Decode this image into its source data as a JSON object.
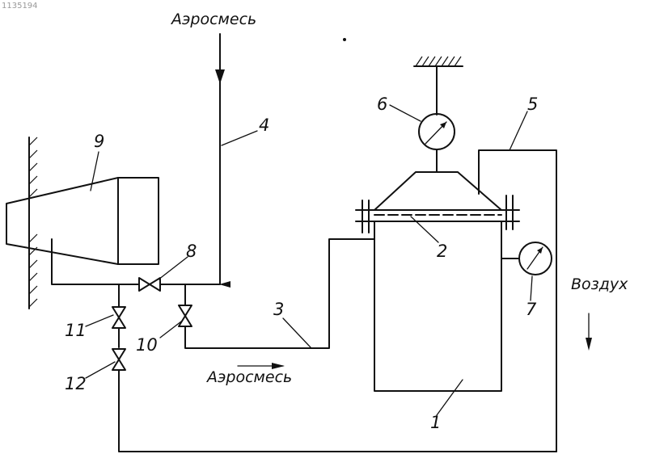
{
  "doc_number": "1135194",
  "labels": {
    "aerosmix_top": "Аэросмесь",
    "aerosmix_bottom": "Аэросмесь",
    "air": "Воздух",
    "n1": "1",
    "n2": "2",
    "n3": "3",
    "n4": "4",
    "n5": "5",
    "n6": "6",
    "n7": "7",
    "n8": "8",
    "n9": "9",
    "n10": "10",
    "n11": "11",
    "n12": "12"
  }
}
